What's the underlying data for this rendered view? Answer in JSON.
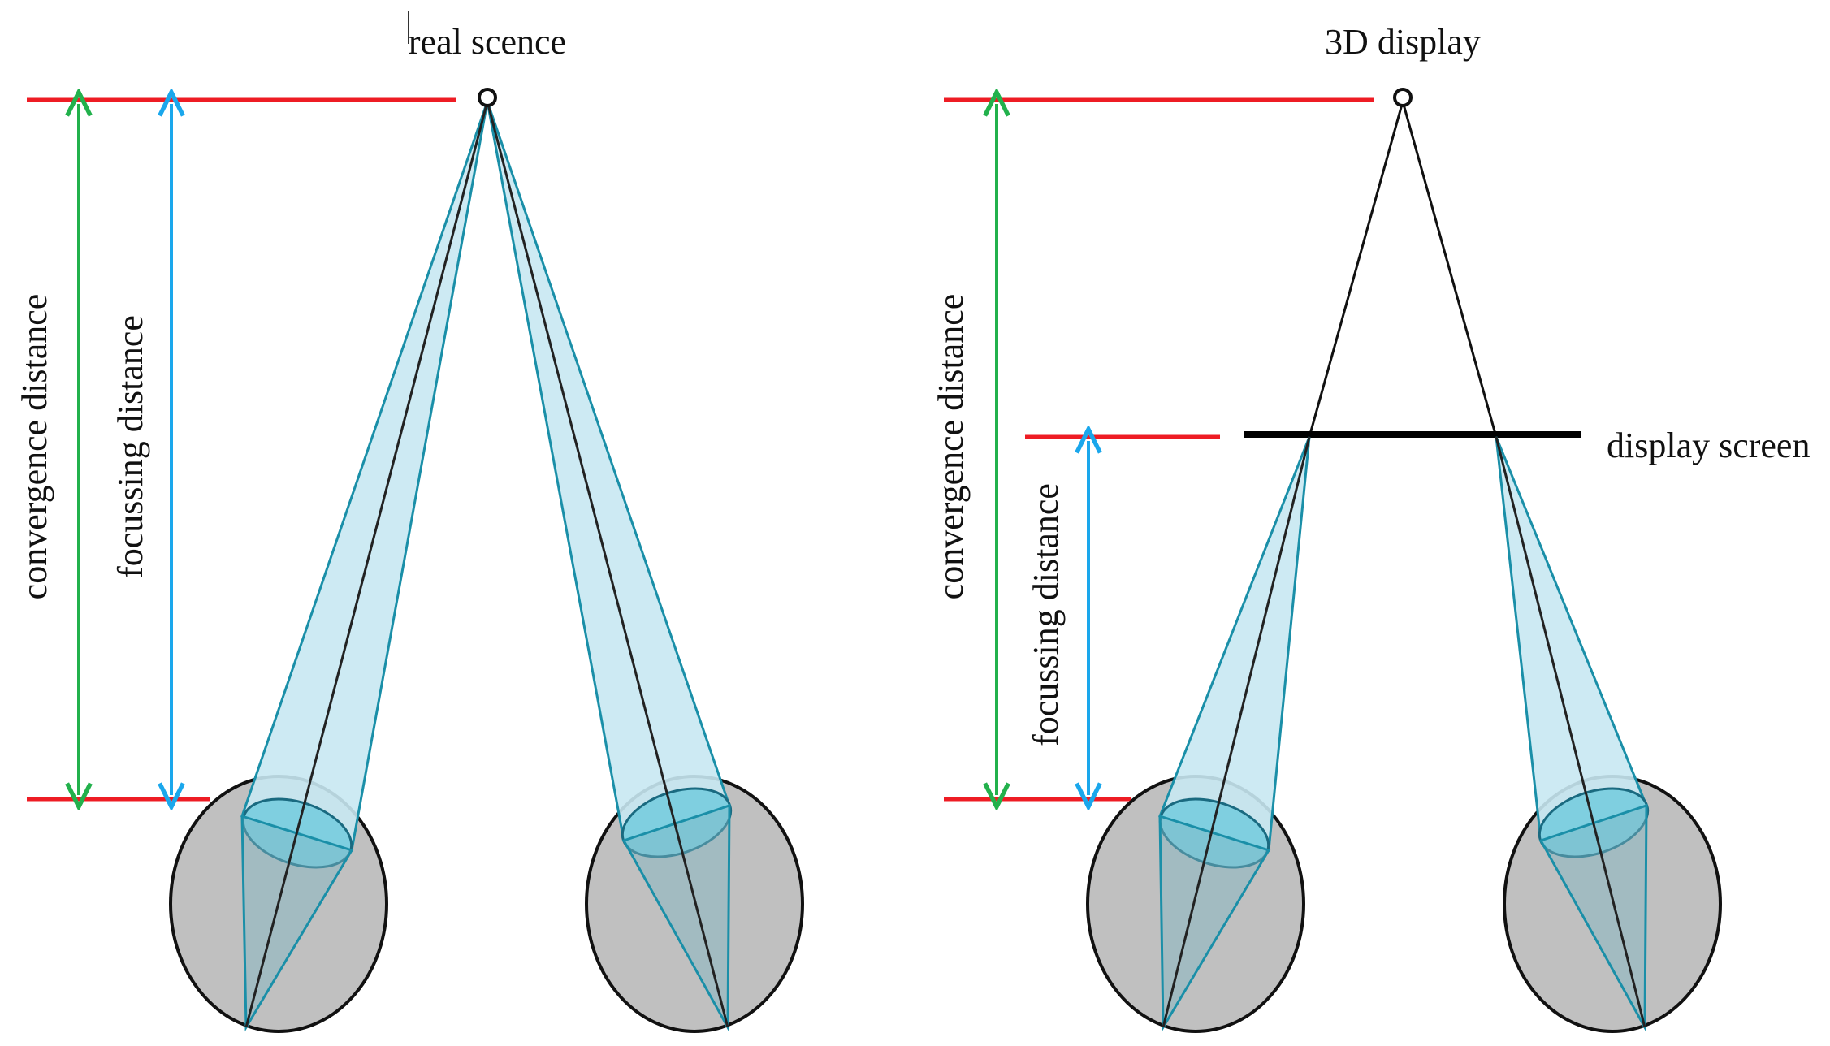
{
  "left_panel": {
    "title": "real scence",
    "convergence_label": "convergence distance",
    "focusing_label": "focussing distance"
  },
  "right_panel": {
    "title": "3D display",
    "convergence_label": "convergence distance",
    "focusing_label": "focussing distance",
    "screen_label": "display screen"
  },
  "colors": {
    "distance_marker": "#ee1c24",
    "convergence_arrow": "#22b14c",
    "focusing_arrow": "#1aa7ec",
    "light_cone_fill": "#c8e8f2",
    "light_cone_stroke": "#1a8fa8",
    "lens_fill": "#7fcfe0",
    "eyeball_fill": "#c0c0c0",
    "sight_line": "#222222"
  }
}
